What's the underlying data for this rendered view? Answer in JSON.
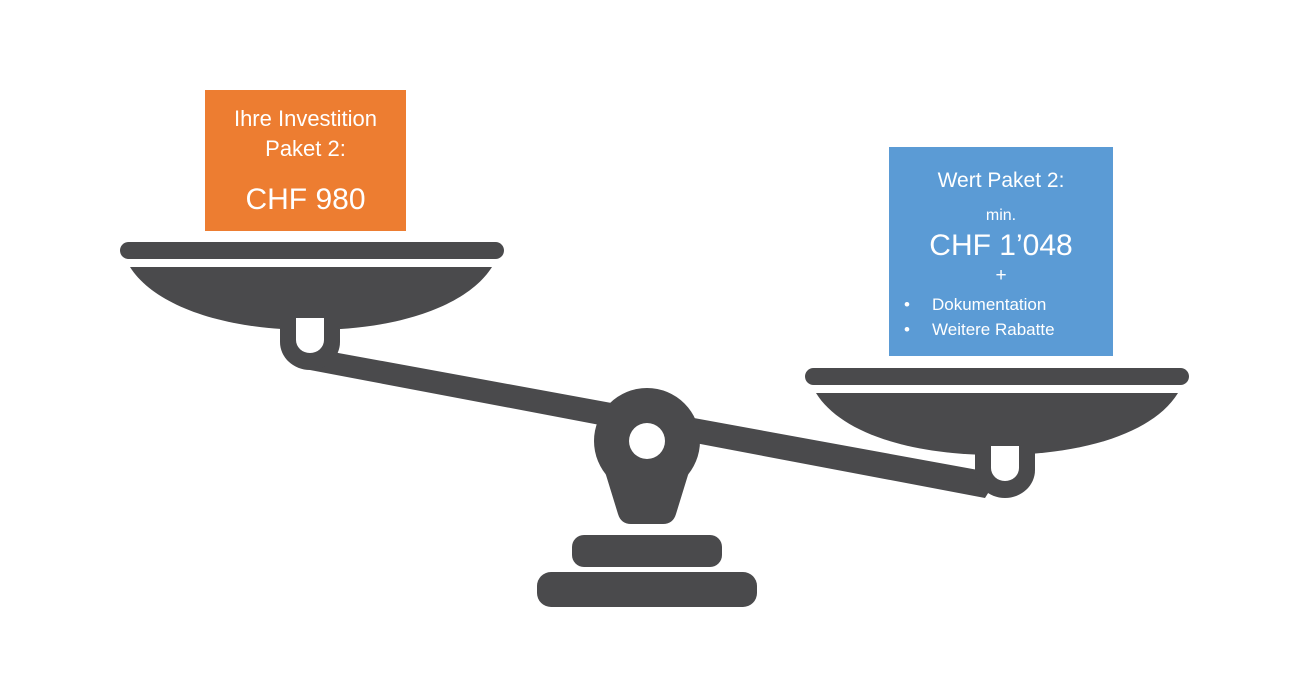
{
  "colors": {
    "scale": "#4a4a4c",
    "left_box": "#ed7d31",
    "right_box": "#5b9bd5",
    "text": "#ffffff",
    "background": "#ffffff"
  },
  "left_box": {
    "line1": "Ihre Investition",
    "line2": "Paket 2:",
    "amount": "CHF 980"
  },
  "right_box": {
    "title": "Wert Paket 2:",
    "prefix": "min.",
    "amount": "CHF 1’048",
    "plus": "+",
    "bullet_symbol": "•",
    "items": [
      "Dokumentation",
      "Weitere Rabatte"
    ]
  },
  "icons": {
    "balance_scale": "balance-scale-icon"
  }
}
